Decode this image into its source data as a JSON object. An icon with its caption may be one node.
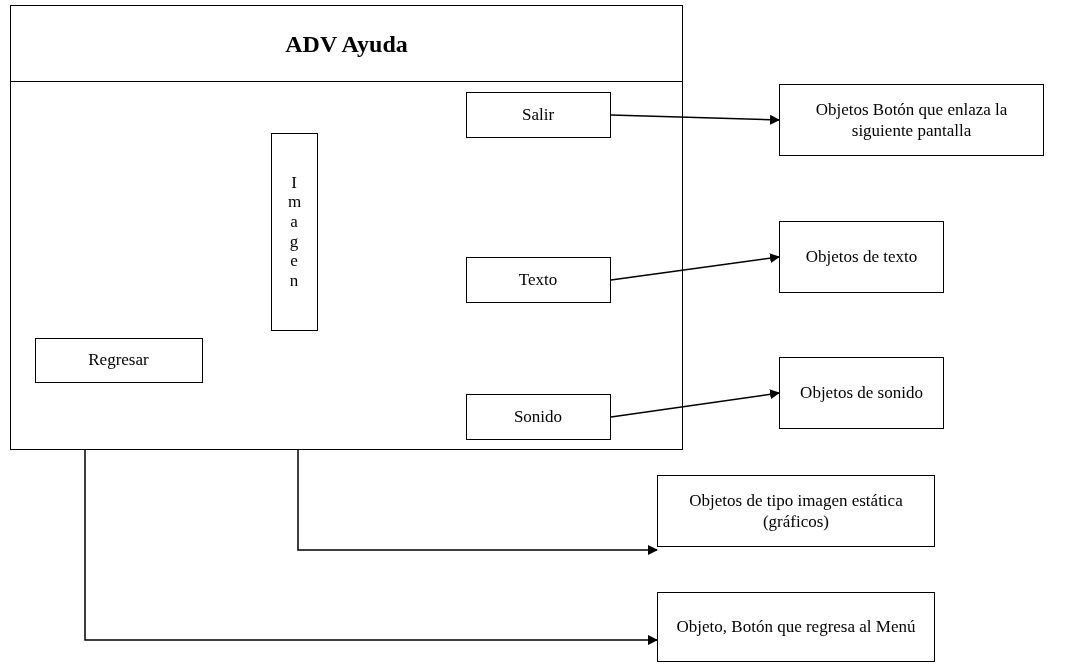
{
  "diagram": {
    "nodes": [
      {
        "text": [
          "ADV Ayuda"
        ]
      },
      {
        "text": [
          "Salir"
        ],
        "in": 0
      },
      {
        "text": [
          "Imagen"
        ],
        "in": 0
      },
      {
        "text": [
          "Texto"
        ],
        "in": 0
      },
      {
        "text": [
          "Regresar"
        ],
        "in": 0
      },
      {
        "text": [
          "Sonido"
        ],
        "in": 0
      },
      {
        "text": [
          "Objetos Botón que enlaza la siguiente pantalla"
        ]
      },
      {
        "text": [
          "Objetos de texto"
        ]
      },
      {
        "text": [
          "Objetos de sonido"
        ]
      },
      {
        "text": [
          "Objetos de tipo imagen estática (gráficos)"
        ]
      },
      {
        "text": [
          "Objeto, Botón que regresa al Menú"
        ]
      }
    ],
    "edges": [
      {
        "from": 1,
        "to": 6,
        "arrow": "to"
      },
      {
        "from": 3,
        "to": 7,
        "arrow": "to"
      },
      {
        "from": 5,
        "to": 8,
        "arrow": "to"
      },
      {
        "from": 0,
        "to": 9,
        "arrow": "to"
      },
      {
        "from": 0,
        "to": 10,
        "arrow": "to"
      }
    ]
  }
}
